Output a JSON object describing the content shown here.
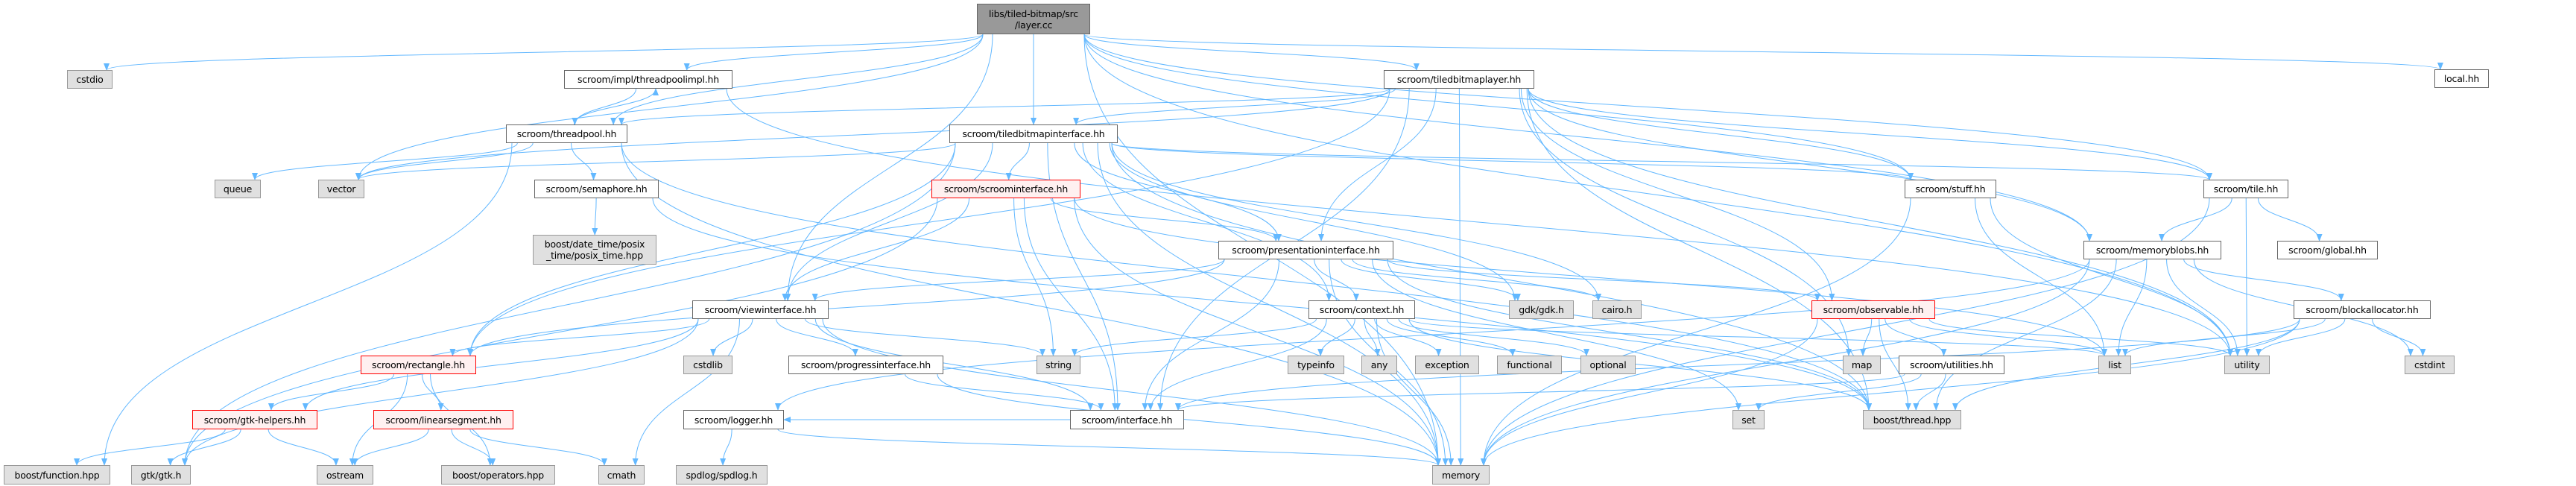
{
  "colors": {
    "edge": "#63b8ff",
    "root_fill": "#999999",
    "external_fill": "#e0e0e0",
    "incomplete_border": "#ff0000",
    "incomplete_fill": "#fff0f0"
  },
  "nodes": [
    {
      "id": "root",
      "label": "libs/tiled-bitmap/src\n/layer.cc",
      "kind": "root"
    },
    {
      "id": "cstdio",
      "label": "cstdio",
      "kind": "ext"
    },
    {
      "id": "threadpoolimpl",
      "label": "scroom/impl/threadpoolimpl.hh",
      "kind": "doc"
    },
    {
      "id": "threadpool",
      "label": "scroom/threadpool.hh",
      "kind": "doc"
    },
    {
      "id": "queue",
      "label": "queue",
      "kind": "ext"
    },
    {
      "id": "vector",
      "label": "vector",
      "kind": "ext"
    },
    {
      "id": "semaphore",
      "label": "scroom/semaphore.hh",
      "kind": "doc"
    },
    {
      "id": "posix",
      "label": "boost/date_time/posix\n_time/posix_time.hpp",
      "kind": "ext"
    },
    {
      "id": "rectangle",
      "label": "scroom/rectangle.hh",
      "kind": "red"
    },
    {
      "id": "gtkhelpers",
      "label": "scroom/gtk-helpers.hh",
      "kind": "red"
    },
    {
      "id": "linearsegment",
      "label": "scroom/linearsegment.hh",
      "kind": "red"
    },
    {
      "id": "function",
      "label": "boost/function.hpp",
      "kind": "ext"
    },
    {
      "id": "gtk",
      "label": "gtk/gtk.h",
      "kind": "ext"
    },
    {
      "id": "ostream",
      "label": "ostream",
      "kind": "ext"
    },
    {
      "id": "operators",
      "label": "boost/operators.hpp",
      "kind": "ext"
    },
    {
      "id": "cmath",
      "label": "cmath",
      "kind": "ext"
    },
    {
      "id": "tbinterface",
      "label": "scroom/tiledbitmapinterface.hh",
      "kind": "doc"
    },
    {
      "id": "scroominterface",
      "label": "scroom/scroominterface.hh",
      "kind": "red"
    },
    {
      "id": "presentation",
      "label": "scroom/presentationinterface.hh",
      "kind": "doc"
    },
    {
      "id": "viewinterface",
      "label": "scroom/viewinterface.hh",
      "kind": "doc"
    },
    {
      "id": "cstdlib",
      "label": "cstdlib",
      "kind": "ext"
    },
    {
      "id": "progress",
      "label": "scroom/progressinterface.hh",
      "kind": "doc"
    },
    {
      "id": "string",
      "label": "string",
      "kind": "ext"
    },
    {
      "id": "logger",
      "label": "scroom/logger.hh",
      "kind": "doc"
    },
    {
      "id": "interface",
      "label": "scroom/interface.hh",
      "kind": "doc"
    },
    {
      "id": "spdlog",
      "label": "spdlog/spdlog.h",
      "kind": "ext"
    },
    {
      "id": "tblayer",
      "label": "scroom/tiledbitmaplayer.hh",
      "kind": "doc"
    },
    {
      "id": "context",
      "label": "scroom/context.hh",
      "kind": "doc"
    },
    {
      "id": "gdk",
      "label": "gdk/gdk.h",
      "kind": "ext"
    },
    {
      "id": "cairo",
      "label": "cairo.h",
      "kind": "ext"
    },
    {
      "id": "observable",
      "label": "scroom/observable.hh",
      "kind": "red"
    },
    {
      "id": "typeinfo",
      "label": "typeinfo",
      "kind": "ext"
    },
    {
      "id": "any",
      "label": "any",
      "kind": "ext"
    },
    {
      "id": "exception",
      "label": "exception",
      "kind": "ext"
    },
    {
      "id": "functional",
      "label": "functional",
      "kind": "ext"
    },
    {
      "id": "optional",
      "label": "optional",
      "kind": "ext"
    },
    {
      "id": "map",
      "label": "map",
      "kind": "ext"
    },
    {
      "id": "utilities",
      "label": "scroom/utilities.hh",
      "kind": "doc"
    },
    {
      "id": "set",
      "label": "set",
      "kind": "ext"
    },
    {
      "id": "boostthread",
      "label": "boost/thread.hpp",
      "kind": "ext"
    },
    {
      "id": "memory",
      "label": "memory",
      "kind": "ext"
    },
    {
      "id": "stuff",
      "label": "scroom/stuff.hh",
      "kind": "doc"
    },
    {
      "id": "tile",
      "label": "scroom/tile.hh",
      "kind": "doc"
    },
    {
      "id": "memoryblobs",
      "label": "scroom/memoryblobs.hh",
      "kind": "doc"
    },
    {
      "id": "global",
      "label": "scroom/global.hh",
      "kind": "doc"
    },
    {
      "id": "blockallocator",
      "label": "scroom/blockallocator.hh",
      "kind": "doc"
    },
    {
      "id": "list",
      "label": "list",
      "kind": "ext"
    },
    {
      "id": "utility",
      "label": "utility",
      "kind": "ext"
    },
    {
      "id": "cstdint",
      "label": "cstdint",
      "kind": "ext"
    },
    {
      "id": "local",
      "label": "local.hh",
      "kind": "doc"
    }
  ],
  "edges": [
    [
      "root",
      "cstdio"
    ],
    [
      "root",
      "threadpoolimpl"
    ],
    [
      "root",
      "threadpool"
    ],
    [
      "root",
      "vector"
    ],
    [
      "root",
      "viewinterface"
    ],
    [
      "root",
      "tbinterface"
    ],
    [
      "root",
      "tblayer"
    ],
    [
      "root",
      "stuff"
    ],
    [
      "root",
      "memoryblobs"
    ],
    [
      "root",
      "tile"
    ],
    [
      "root",
      "utility"
    ],
    [
      "root",
      "local"
    ],
    [
      "root",
      "memory"
    ],
    [
      "threadpoolimpl",
      "threadpool"
    ],
    [
      "threadpoolimpl",
      "utility"
    ],
    [
      "threadpool",
      "threadpoolimpl"
    ],
    [
      "threadpool",
      "queue"
    ],
    [
      "threadpool",
      "vector"
    ],
    [
      "threadpool",
      "semaphore"
    ],
    [
      "threadpool",
      "function"
    ],
    [
      "threadpool",
      "memory"
    ],
    [
      "threadpool",
      "boostthread"
    ],
    [
      "semaphore",
      "posix"
    ],
    [
      "semaphore",
      "boostthread"
    ],
    [
      "tbinterface",
      "vector"
    ],
    [
      "tbinterface",
      "gtk"
    ],
    [
      "tbinterface",
      "rectangle"
    ],
    [
      "tbinterface",
      "scroominterface"
    ],
    [
      "tbinterface",
      "presentation"
    ],
    [
      "tbinterface",
      "viewinterface"
    ],
    [
      "tbinterface",
      "interface"
    ],
    [
      "tbinterface",
      "memory"
    ],
    [
      "tbinterface",
      "context"
    ],
    [
      "tbinterface",
      "gdk"
    ],
    [
      "tbinterface",
      "cairo"
    ],
    [
      "tbinterface",
      "stuff"
    ],
    [
      "tbinterface",
      "tile"
    ],
    [
      "tbinterface",
      "boostthread"
    ],
    [
      "scroominterface",
      "presentation"
    ],
    [
      "scroominterface",
      "viewinterface"
    ],
    [
      "scroominterface",
      "string"
    ],
    [
      "scroominterface",
      "interface"
    ],
    [
      "scroominterface",
      "memory"
    ],
    [
      "scroominterface",
      "gtk"
    ],
    [
      "scroominterface",
      "list"
    ],
    [
      "presentation",
      "viewinterface"
    ],
    [
      "presentation",
      "context"
    ],
    [
      "presentation",
      "rectangle"
    ],
    [
      "presentation",
      "interface"
    ],
    [
      "presentation",
      "memory"
    ],
    [
      "presentation",
      "gdk"
    ],
    [
      "presentation",
      "cairo"
    ],
    [
      "presentation",
      "observable"
    ],
    [
      "presentation",
      "boostthread"
    ],
    [
      "presentation",
      "set"
    ],
    [
      "viewinterface",
      "rectangle"
    ],
    [
      "viewinterface",
      "gtkhelpers"
    ],
    [
      "viewinterface",
      "gtk"
    ],
    [
      "viewinterface",
      "cstdlib"
    ],
    [
      "viewinterface",
      "progress"
    ],
    [
      "viewinterface",
      "string"
    ],
    [
      "viewinterface",
      "interface"
    ],
    [
      "viewinterface",
      "memory"
    ],
    [
      "viewinterface",
      "cmath"
    ],
    [
      "rectangle",
      "gtkhelpers"
    ],
    [
      "rectangle",
      "ostream"
    ],
    [
      "rectangle",
      "linearsegment"
    ],
    [
      "rectangle",
      "operators"
    ],
    [
      "gtkhelpers",
      "function"
    ],
    [
      "gtkhelpers",
      "gtk"
    ],
    [
      "gtkhelpers",
      "ostream"
    ],
    [
      "linearsegment",
      "ostream"
    ],
    [
      "linearsegment",
      "operators"
    ],
    [
      "linearsegment",
      "cmath"
    ],
    [
      "progress",
      "interface"
    ],
    [
      "progress",
      "memory"
    ],
    [
      "logger",
      "spdlog"
    ],
    [
      "logger",
      "memory"
    ],
    [
      "interface",
      "logger"
    ],
    [
      "context",
      "typeinfo"
    ],
    [
      "context",
      "any"
    ],
    [
      "context",
      "exception"
    ],
    [
      "context",
      "functional"
    ],
    [
      "context",
      "optional"
    ],
    [
      "context",
      "string"
    ],
    [
      "context",
      "interface"
    ],
    [
      "context",
      "memory"
    ],
    [
      "context",
      "list"
    ],
    [
      "context",
      "boostthread"
    ],
    [
      "observable",
      "map"
    ],
    [
      "observable",
      "utilities"
    ],
    [
      "observable",
      "list"
    ],
    [
      "observable",
      "utility"
    ],
    [
      "observable",
      "boostthread"
    ],
    [
      "observable",
      "memory"
    ],
    [
      "utilities",
      "set"
    ],
    [
      "utilities",
      "boostthread"
    ],
    [
      "utilities",
      "interface"
    ],
    [
      "stuff",
      "list"
    ],
    [
      "stuff",
      "memory"
    ],
    [
      "stuff",
      "utility"
    ],
    [
      "tile",
      "memoryblobs"
    ],
    [
      "tile",
      "global"
    ],
    [
      "tile",
      "utility"
    ],
    [
      "tile",
      "memory"
    ],
    [
      "memoryblobs",
      "list"
    ],
    [
      "memoryblobs",
      "utility"
    ],
    [
      "memoryblobs",
      "blockallocator"
    ],
    [
      "memoryblobs",
      "cstdint"
    ],
    [
      "memoryblobs",
      "memory"
    ],
    [
      "memoryblobs",
      "boostthread"
    ],
    [
      "memoryblobs",
      "logger"
    ],
    [
      "blockallocator",
      "list"
    ],
    [
      "blockallocator",
      "utility"
    ],
    [
      "blockallocator",
      "cstdint"
    ],
    [
      "blockallocator",
      "memory"
    ],
    [
      "blockallocator",
      "interface"
    ],
    [
      "blockallocator",
      "boostthread"
    ],
    [
      "tblayer",
      "threadpool"
    ],
    [
      "tblayer",
      "tbinterface"
    ],
    [
      "tblayer",
      "presentation"
    ],
    [
      "tblayer",
      "observable"
    ],
    [
      "tblayer",
      "stuff"
    ],
    [
      "tblayer",
      "tile"
    ],
    [
      "tblayer",
      "memoryblobs"
    ],
    [
      "tblayer",
      "map"
    ],
    [
      "tblayer",
      "boostthread"
    ],
    [
      "tblayer",
      "memory"
    ],
    [
      "tblayer",
      "vector"
    ],
    [
      "tblayer",
      "rectangle"
    ],
    [
      "tblayer",
      "interface"
    ],
    [
      "tblayer",
      "utility"
    ]
  ]
}
